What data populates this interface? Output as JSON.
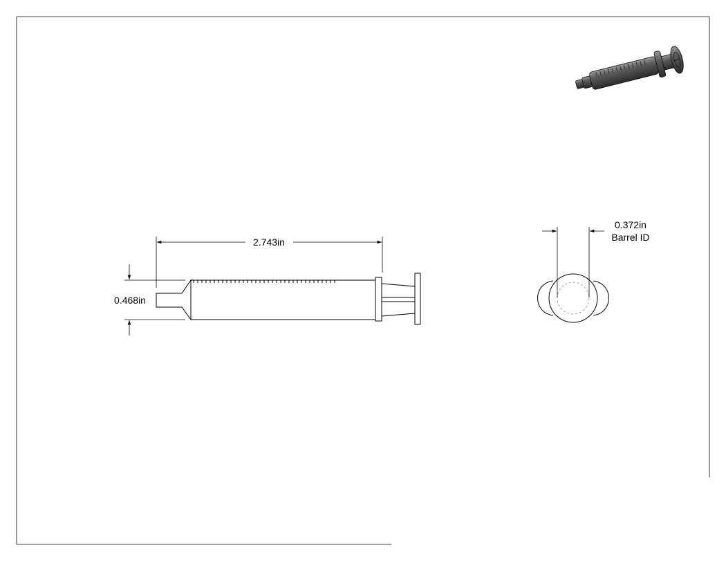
{
  "dimensions": {
    "overall_length": "2.743in",
    "outer_diameter": "0.468in",
    "barrel_id_value": "0.372in",
    "barrel_id_label": "Barrel ID"
  }
}
